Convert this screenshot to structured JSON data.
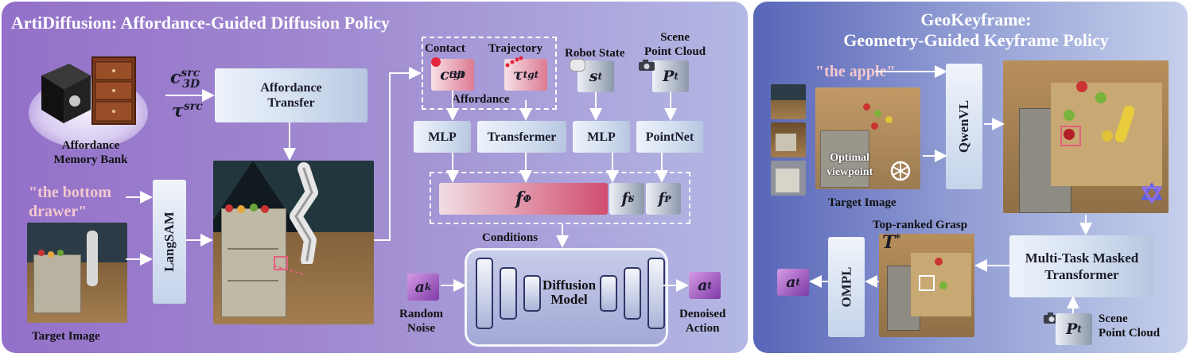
{
  "left": {
    "title": "ArtiDiffusion: Affordance-Guided Diffusion Policy",
    "memory_bank_label": "Affordance\nMemory Bank",
    "c3d_src": "c",
    "c3d_src_sup": "src",
    "c3d_src_sub": "3D",
    "tau_src": "τ",
    "tau_src_sup": "src",
    "affordance_transfer": "Affordance\nTransfer",
    "instruction": "\"the bottom\ndrawer\"",
    "langsam": "LangSAM",
    "target_image_label": "Target Image",
    "contact_label": "Contact",
    "trajectory_label": "Trajectory",
    "robot_state_label": "Robot State",
    "scene_pc_label": "Scene\nPoint Cloud",
    "affordance_label": "Affordance",
    "c_tgt": "c",
    "c_tgt_sup": "tgt",
    "c_tgt_sub": "3D",
    "tau_tgt": "τ",
    "tau_tgt_sup": "tgt",
    "s_t": "s",
    "s_t_sub": "t",
    "p_t": "P",
    "p_t_sub": "t",
    "mlp1": "MLP",
    "transformer": "Transfermer",
    "mlp2": "MLP",
    "pointnet": "PointNet",
    "f_phi": "f",
    "f_phi_sup": "Φ",
    "f_s": "f",
    "f_s_sup": "S",
    "f_s_sub": "t",
    "f_p": "f",
    "f_p_sup": "P",
    "f_p_sub": "t",
    "conditions_label": "Conditions",
    "a_k": "a",
    "a_k_sup": "k",
    "random_noise_label": "Random\nNoise",
    "diffusion_model_label": "Diffusion\nModel",
    "a_t": "a",
    "a_t_sub": "t",
    "denoised_action_label": "Denoised\nAction"
  },
  "right": {
    "title": "GeoKeyframe:\nGeometry-Guided Keyframe Policy",
    "instruction": "\"the apple\"",
    "optimal_viewpoint_label": "Optimal\nviewpoint",
    "target_image_label": "Target Image",
    "qwenvl": "QwenVL",
    "top_ranked_grasp_label": "Top-ranked Grasp",
    "t_star": "T",
    "t_star_sup": "*",
    "mtm_transformer": "Multi-Task Masked\nTransformer",
    "ompl": "OMPL",
    "a_t": "a",
    "a_t_sub": "t",
    "p_t": "P",
    "p_t_sub": "t",
    "scene_pc_label": "Scene\nPoint Cloud"
  },
  "colors": {
    "left_panel_start": "#9370c9",
    "right_panel_start": "#5866b8",
    "instruction_text": "#f4c7cf",
    "affordance_pink": "#dd7a92",
    "action_purple": "#7c3aa8"
  },
  "icons": [
    "cube-icon",
    "cabinet-icon",
    "camera-icon",
    "robot-arm-icon",
    "openai-logo-icon",
    "qwen-logo-icon",
    "contact-point-icon",
    "trajectory-dots-icon"
  ]
}
